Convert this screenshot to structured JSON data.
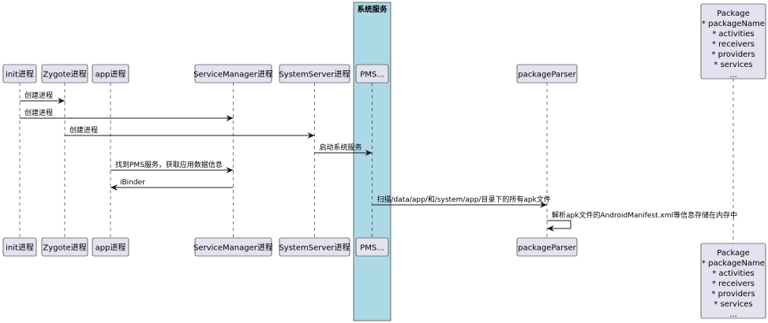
{
  "group": {
    "title": "系统服务"
  },
  "participants": [
    {
      "id": "init",
      "label": "init进程"
    },
    {
      "id": "zygote",
      "label": "Zygote进程"
    },
    {
      "id": "app",
      "label": "app进程"
    },
    {
      "id": "sm",
      "label": "ServiceManager进程"
    },
    {
      "id": "ss",
      "label": "SystemServer进程"
    },
    {
      "id": "pms",
      "label": "PMS..."
    },
    {
      "id": "parser",
      "label": "packageParser"
    },
    {
      "id": "package",
      "lines": [
        "Package",
        "* packageName",
        "* activities",
        "* receivers",
        "* providers",
        "* services",
        "..."
      ]
    }
  ],
  "messages": [
    {
      "from": "init",
      "to": "zygote",
      "text": "创建进程"
    },
    {
      "from": "init",
      "to": "sm",
      "text": "创建进程"
    },
    {
      "from": "zygote",
      "to": "ss",
      "text": "创建进程"
    },
    {
      "from": "ss",
      "to": "pms",
      "text": "启动系统服务"
    },
    {
      "from": "app",
      "to": "sm",
      "text": "找到PMS服务，获取应用数据信息"
    },
    {
      "from": "sm",
      "to": "app",
      "text": "iBinder"
    },
    {
      "from": "pms",
      "to": "parser",
      "text": "扫描/data/app/和/system/app/目录下的所有apk文件"
    },
    {
      "from": "parser",
      "to": "parser",
      "text": "解析apk文件的AndroidManifest.xml等信息存储在内存中"
    }
  ]
}
